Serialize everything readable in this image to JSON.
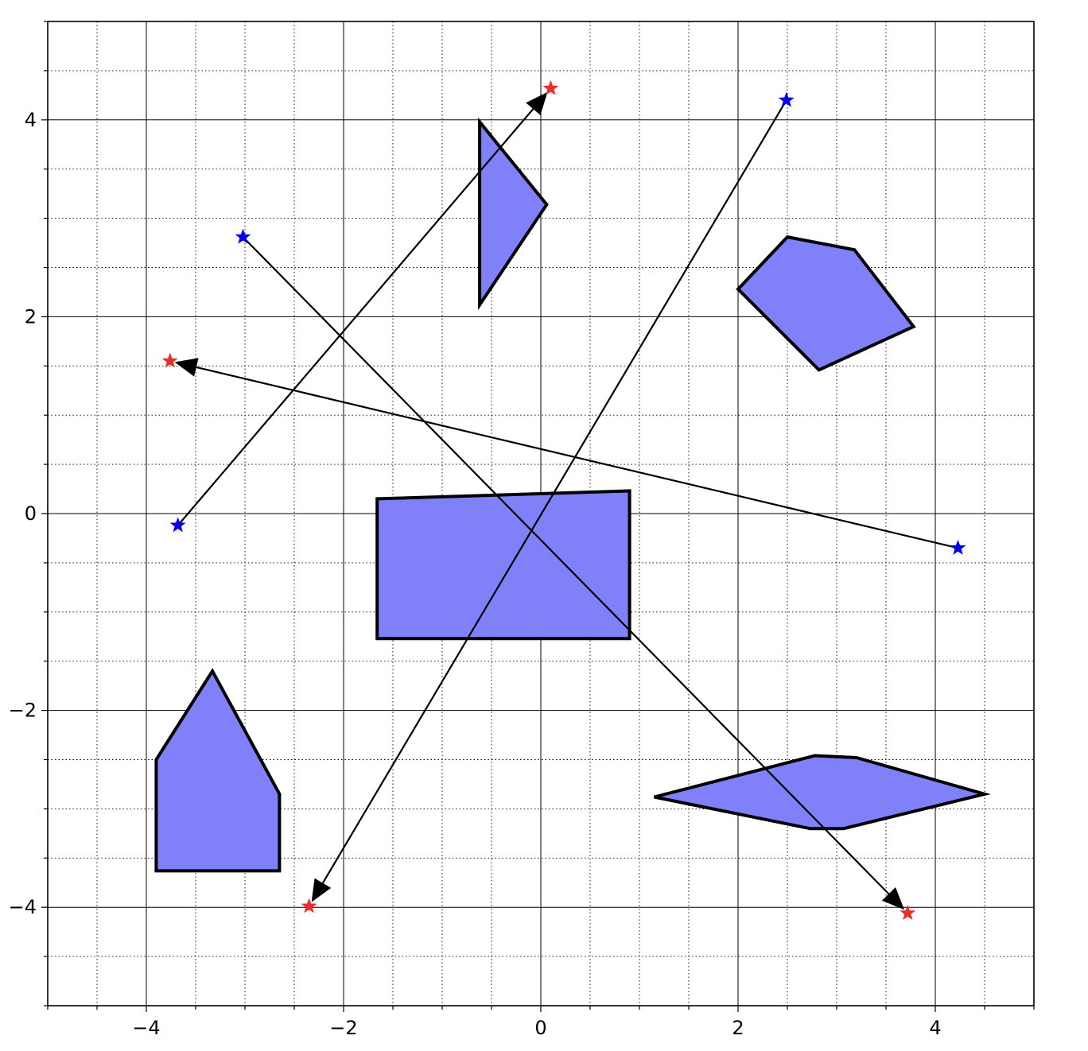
{
  "chart_data": {
    "type": "scatter",
    "title": "",
    "xlabel": "",
    "ylabel": "",
    "xlim": [
      -5,
      5
    ],
    "ylim": [
      -5,
      5
    ],
    "grid": {
      "major": true,
      "minor": true,
      "major_step": 2,
      "minor_step": 0.5
    },
    "x_ticks": [
      -4,
      -2,
      0,
      2,
      4
    ],
    "y_ticks": [
      -4,
      -2,
      0,
      2,
      4
    ],
    "x_tick_labels": [
      "−4",
      "−2",
      "0",
      "2",
      "4"
    ],
    "y_tick_labels": [
      "−4",
      "−2",
      "0",
      "2",
      "4"
    ],
    "colors": {
      "polygon_fill": "#8080f8",
      "polygon_edge": "#000000",
      "start_marker": "#0000ee",
      "end_marker": "#e8302a",
      "arrow": "#000000",
      "grid": "#000000"
    },
    "polygons": [
      {
        "name": "triangle",
        "vertices": [
          [
            -0.62,
            3.98
          ],
          [
            0.06,
            3.14
          ],
          [
            -0.62,
            2.12
          ]
        ]
      },
      {
        "name": "pentagon",
        "vertices": [
          [
            2.0,
            2.28
          ],
          [
            2.5,
            2.81
          ],
          [
            3.18,
            2.68
          ],
          [
            3.78,
            1.9
          ],
          [
            2.82,
            1.46
          ]
        ]
      },
      {
        "name": "quadrilateral",
        "vertices": [
          [
            -1.66,
            0.15
          ],
          [
            0.9,
            0.23
          ],
          [
            0.9,
            -1.27
          ],
          [
            -1.66,
            -1.27
          ]
        ]
      },
      {
        "name": "house",
        "vertices": [
          [
            -3.33,
            -1.6
          ],
          [
            -2.65,
            -2.85
          ],
          [
            -2.65,
            -3.63
          ],
          [
            -3.9,
            -3.63
          ],
          [
            -3.9,
            -2.5
          ]
        ]
      },
      {
        "name": "hexagon",
        "vertices": [
          [
            1.15,
            -2.88
          ],
          [
            2.78,
            -2.46
          ],
          [
            3.2,
            -2.48
          ],
          [
            4.5,
            -2.85
          ],
          [
            3.07,
            -3.2
          ],
          [
            2.73,
            -3.2
          ]
        ]
      }
    ],
    "arrows": [
      {
        "start": [
          -3.68,
          -0.12
        ],
        "end": [
          0.1,
          4.32
        ]
      },
      {
        "start": [
          2.49,
          4.2
        ],
        "end": [
          -2.35,
          -3.99
        ]
      },
      {
        "start": [
          -3.02,
          2.81
        ],
        "end": [
          3.72,
          -4.06
        ]
      },
      {
        "start": [
          4.23,
          -0.35
        ],
        "end": [
          -3.76,
          1.55
        ]
      }
    ]
  }
}
